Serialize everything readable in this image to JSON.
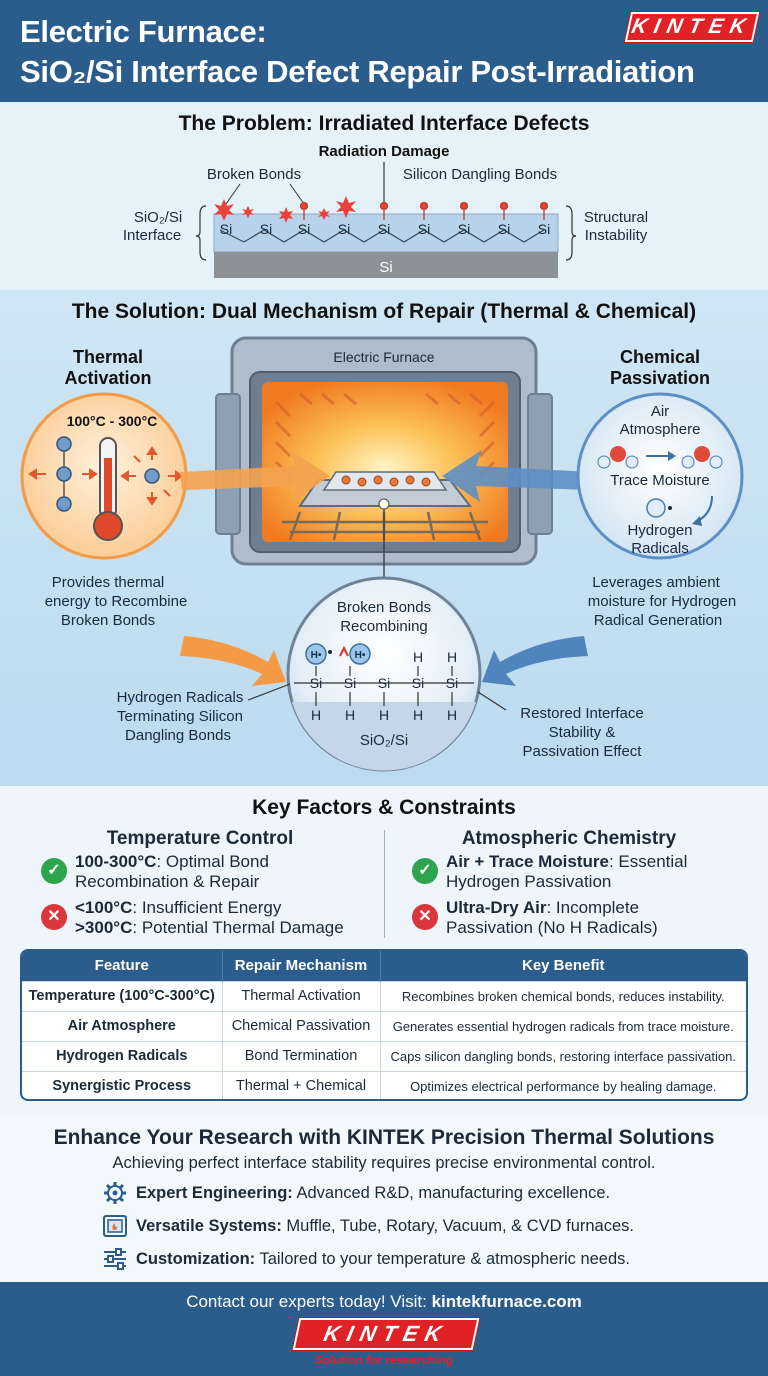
{
  "header": {
    "title_line1": "Electric Furnace:",
    "title_line2": "SiO₂/Si Interface Defect Repair Post-Irradiation",
    "logo": "KINTEK"
  },
  "problem": {
    "title": "The Problem: Irradiated Interface Defects",
    "radiation_damage": "Radiation Damage",
    "broken_bonds": "Broken Bonds",
    "dangling_bonds": "Silicon Dangling Bonds",
    "interface_label_1": "SiO₂/Si",
    "interface_label_2": "Interface",
    "instability_1": "Structural",
    "instability_2": "Instability",
    "si_atom": "Si",
    "substrate": "Si"
  },
  "solution": {
    "title": "The Solution: Dual Mechanism of Repair (Thermal & Chemical)",
    "thermal_title_1": "Thermal",
    "thermal_title_2": "Activation",
    "temp_range": "100°C - 300°C",
    "thermal_desc_1": "Provides thermal",
    "thermal_desc_2": "energy to Recombine",
    "thermal_desc_3": "Broken Bonds",
    "furnace_label": "Electric Furnace",
    "chemical_title_1": "Chemical",
    "chemical_title_2": "Passivation",
    "air_1": "Air",
    "air_2": "Atmosphere",
    "trace_moisture": "Trace Moisture",
    "hydrogen_1": "Hydrogen",
    "hydrogen_2": "Radicals",
    "chemical_desc_1": "Leverages ambient",
    "chemical_desc_2": "moisture for Hydrogen",
    "chemical_desc_3": "Radical Generation",
    "zoom_title_1": "Broken Bonds",
    "zoom_title_2": "Recombining",
    "zoom_substrate": "SiO₂/Si",
    "h_radical": "H•",
    "h_atom": "H",
    "left_callout_1": "Hydrogen Radicals",
    "left_callout_2": "Terminating Silicon",
    "left_callout_3": "Dangling Bonds",
    "right_callout_1": "Restored Interface",
    "right_callout_2": "Stability &",
    "right_callout_3": "Passivation Effect"
  },
  "factors": {
    "title": "Key Factors & Constraints",
    "temperature": {
      "heading": "Temperature Control",
      "good_bold": "100-300°C",
      "good_text_1": ": Optimal Bond",
      "good_text_2": "Recombination & Repair",
      "bad1_bold": "<100°C",
      "bad1_text": ": Insufficient Energy",
      "bad2_bold": ">300°C",
      "bad2_text": ": Potential Thermal Damage"
    },
    "atmosphere": {
      "heading": "Atmospheric Chemistry",
      "good_bold": "Air + Trace Moisture",
      "good_text_1": ": Essential",
      "good_text_2": "Hydrogen Passivation",
      "bad_bold": "Ultra-Dry Air",
      "bad_text_1": ": Incomplete",
      "bad_text_2": "Passivation (No H Radicals)"
    },
    "table": {
      "headers": [
        "Feature",
        "Repair Mechanism",
        "Key Benefit"
      ],
      "rows": [
        [
          "Temperature (100°C-300°C)",
          "Thermal Activation",
          "Recombines broken chemical bonds, reduces instability."
        ],
        [
          "Air Atmosphere",
          "Chemical Passivation",
          "Generates essential hydrogen radicals from trace moisture."
        ],
        [
          "Hydrogen Radicals",
          "Bond Termination",
          "Caps silicon dangling bonds, restoring interface passivation."
        ],
        [
          "Synergistic Process",
          "Thermal + Chemical",
          "Optimizes electrical performance by healing damage."
        ]
      ]
    }
  },
  "cta": {
    "title": "Enhance Your Research with KINTEK Precision Thermal Solutions",
    "subtitle": "Achieving perfect interface stability requires precise environmental control.",
    "items": [
      {
        "bold": "Expert Engineering:",
        "text": " Advanced R&D, manufacturing excellence."
      },
      {
        "bold": "Versatile Systems:",
        "text": " Muffle, Tube, Rotary, Vacuum, & CVD furnaces."
      },
      {
        "bold": "Customization:",
        "text": " Tailored to your temperature & atmospheric needs."
      }
    ]
  },
  "footer": {
    "contact_text": "Contact our experts today! Visit: ",
    "contact_link": "kintekfurnace.com",
    "logo": "KINTEK",
    "tagline": "Solution for researching"
  },
  "colors": {
    "primary_blue": "#2a5d8c",
    "brand_red": "#e02226",
    "heat_orange": "#f08a3a",
    "check_green": "#2ea44f",
    "cross_red": "#d9363e"
  }
}
